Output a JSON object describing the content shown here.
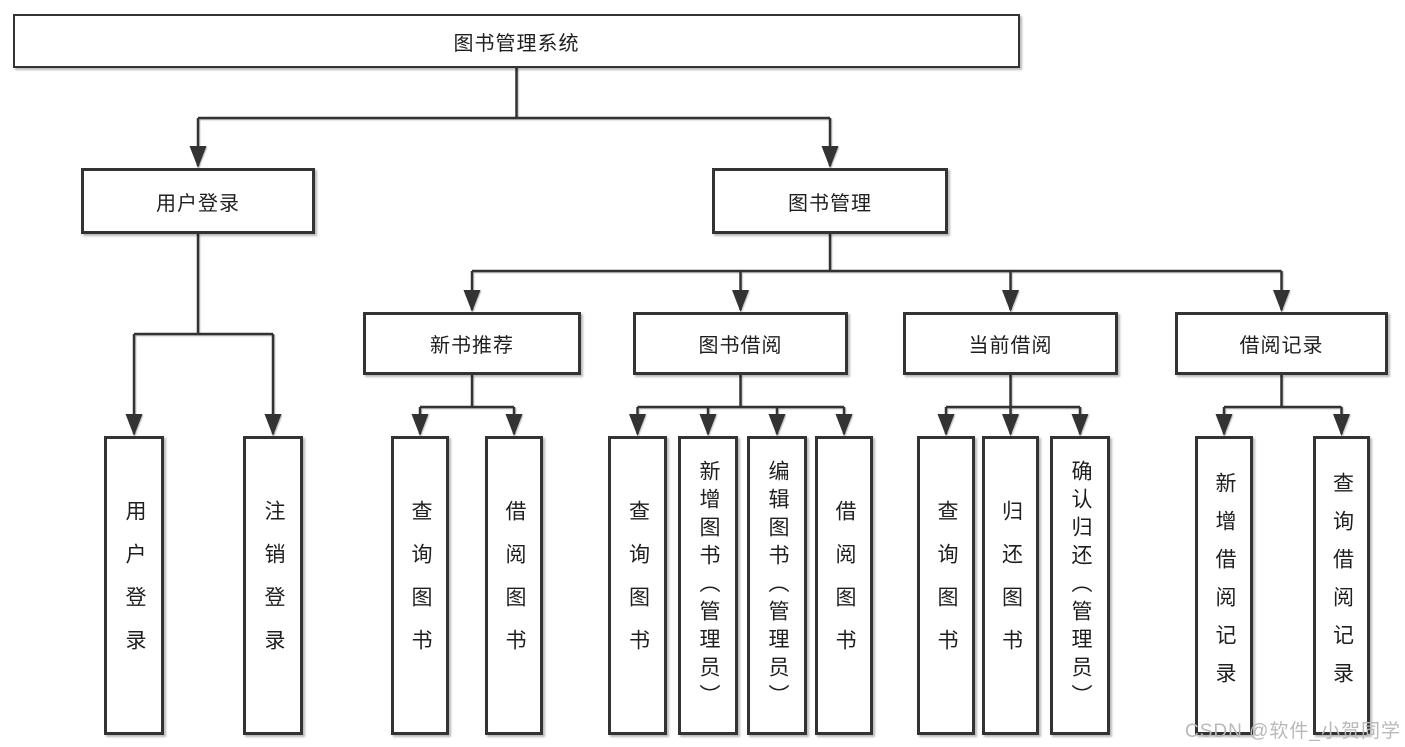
{
  "tree": {
    "root": {
      "label": "图书管理系统"
    },
    "children": [
      {
        "label": "用户登录",
        "children": [
          {
            "label": "用户登录"
          },
          {
            "label": "注销登录"
          }
        ]
      },
      {
        "label": "图书管理",
        "children": [
          {
            "label": "新书推荐",
            "children": [
              {
                "label": "查询图书"
              },
              {
                "label": "借阅图书"
              }
            ]
          },
          {
            "label": "图书借阅",
            "children": [
              {
                "label": "查询图书"
              },
              {
                "label": "新增图书（管理员）"
              },
              {
                "label": "编辑图书（管理员）"
              },
              {
                "label": "借阅图书"
              }
            ]
          },
          {
            "label": "当前借阅",
            "children": [
              {
                "label": "查询图书"
              },
              {
                "label": "归还图书"
              },
              {
                "label": "确认归还（管理员）"
              }
            ]
          },
          {
            "label": "借阅记录",
            "children": [
              {
                "label": "新增借阅记录"
              },
              {
                "label": "查询借阅记录"
              }
            ]
          }
        ]
      }
    ]
  },
  "watermark": "CSDN @软件_小贺同学",
  "colors": {
    "line": "#333333",
    "text": "#1f1f1f",
    "watermark": "#b9b9b9",
    "background": "#ffffff"
  }
}
